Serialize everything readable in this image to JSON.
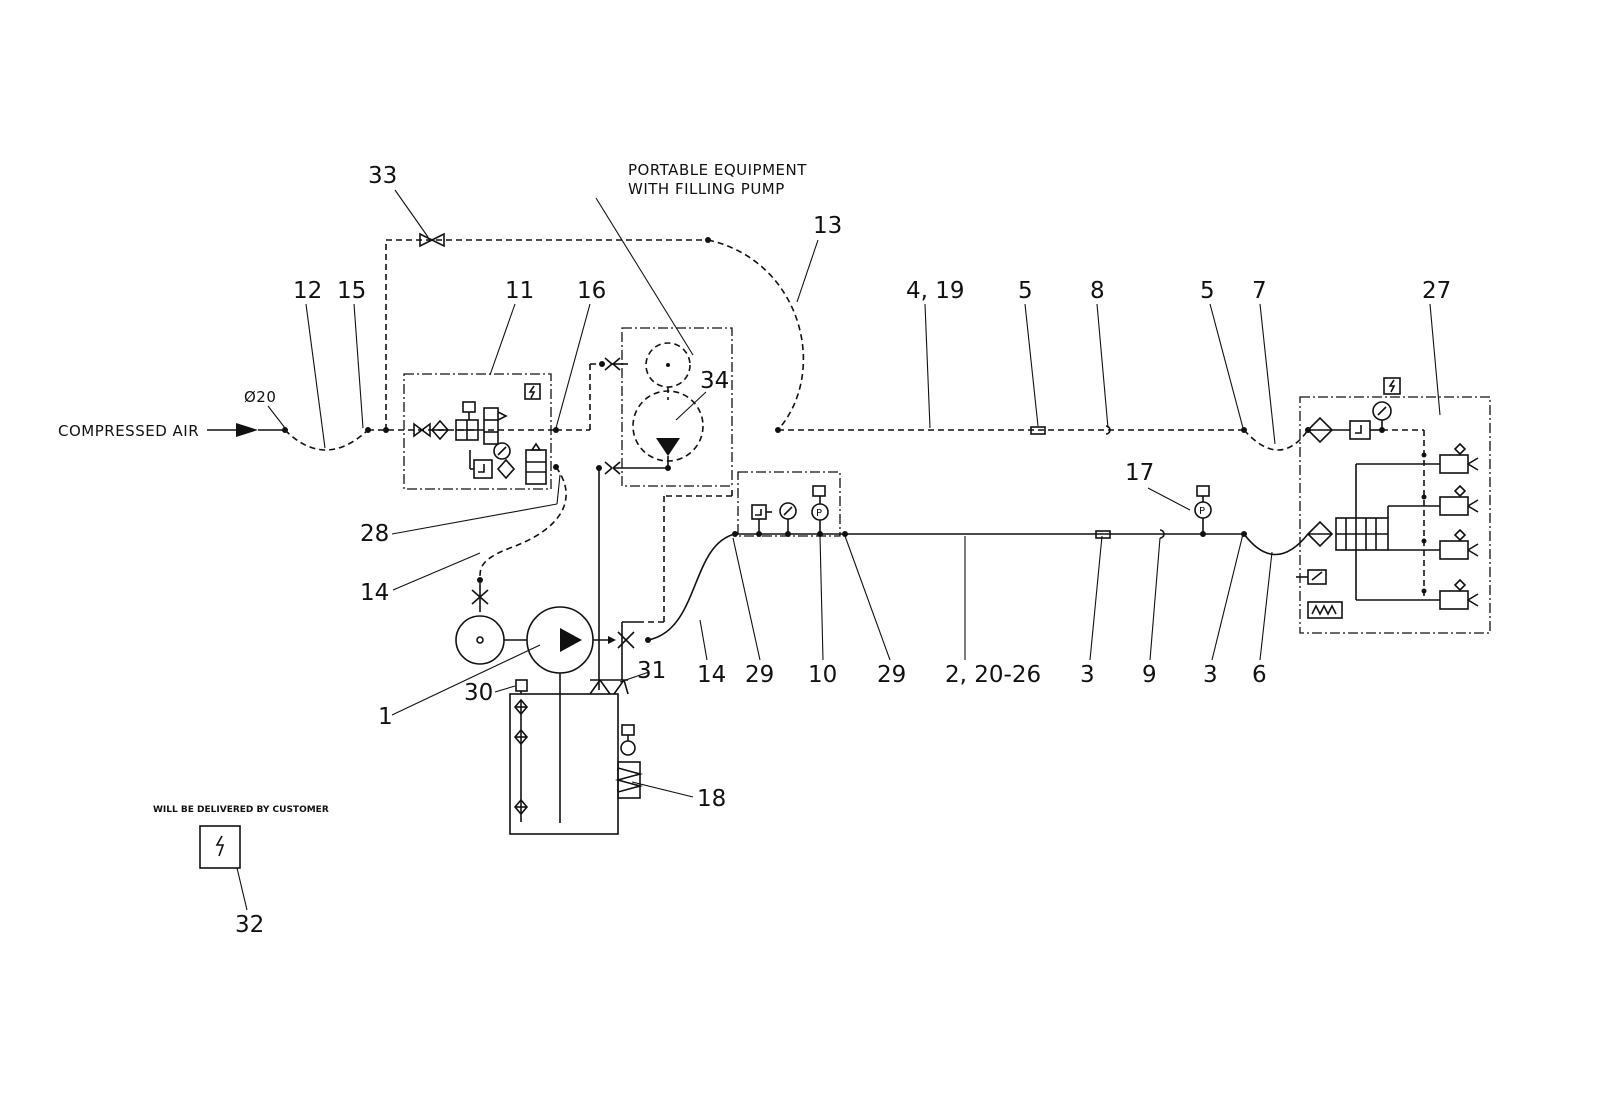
{
  "annotations": {
    "compressed_air": "COMPRESSED AIR",
    "diameter": "Ø20",
    "portable_line1": "PORTABLE EQUIPMENT",
    "portable_line2": "WITH FILLING PUMP",
    "customer_note": "WILL BE DELIVERED BY CUSTOMER"
  },
  "labels": {
    "l33": "33",
    "l13": "13",
    "l12": "12",
    "l15": "15",
    "l11": "11",
    "l16": "16",
    "l4_19": "4, 19",
    "l5a": "5",
    "l8": "8",
    "l5b": "5",
    "l7": "7",
    "l27": "27",
    "l34": "34",
    "l17": "17",
    "l28": "28",
    "l14a": "14",
    "l31": "31",
    "l30": "30",
    "l1": "1",
    "l14b": "14",
    "l29a": "29",
    "l10": "10",
    "l29b": "29",
    "l2_20_26": "2, 20-26",
    "l3a": "3",
    "l9": "9",
    "l3b": "3",
    "l6": "6",
    "l18": "18",
    "l32": "32"
  },
  "symbols": {
    "pressure_sensor": "P",
    "electrical": "electrical-supply-icon"
  }
}
